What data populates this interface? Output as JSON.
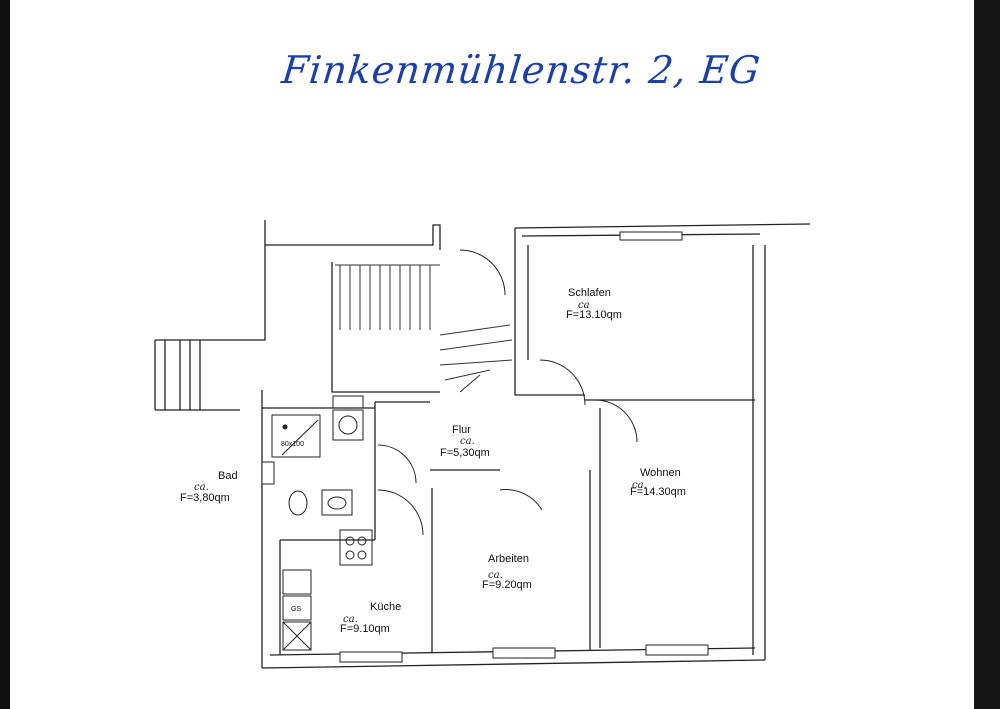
{
  "title": "Finkenmühlenstr. 2, EG",
  "rooms": [
    {
      "id": "schlafen",
      "name": "Schlafen",
      "ca": "ca",
      "area": "F=13.10qm"
    },
    {
      "id": "flur",
      "name": "Flur",
      "ca": "ca.",
      "area": "F=5,30qm"
    },
    {
      "id": "wohnen",
      "name": "Wohnen",
      "ca": "ca.",
      "area": "F=14.30qm"
    },
    {
      "id": "bad",
      "name": "Bad",
      "ca": "ca.",
      "area": "F=3,80qm"
    },
    {
      "id": "arbeiten",
      "name": "Arbeiten",
      "ca": "ca.",
      "area": "F=9.20qm"
    },
    {
      "id": "kueche",
      "name": "Küche",
      "ca": "ca.",
      "area": "F=9.10qm"
    }
  ],
  "fixtures": {
    "shower_label": "80x100",
    "gas_label": "GS"
  }
}
